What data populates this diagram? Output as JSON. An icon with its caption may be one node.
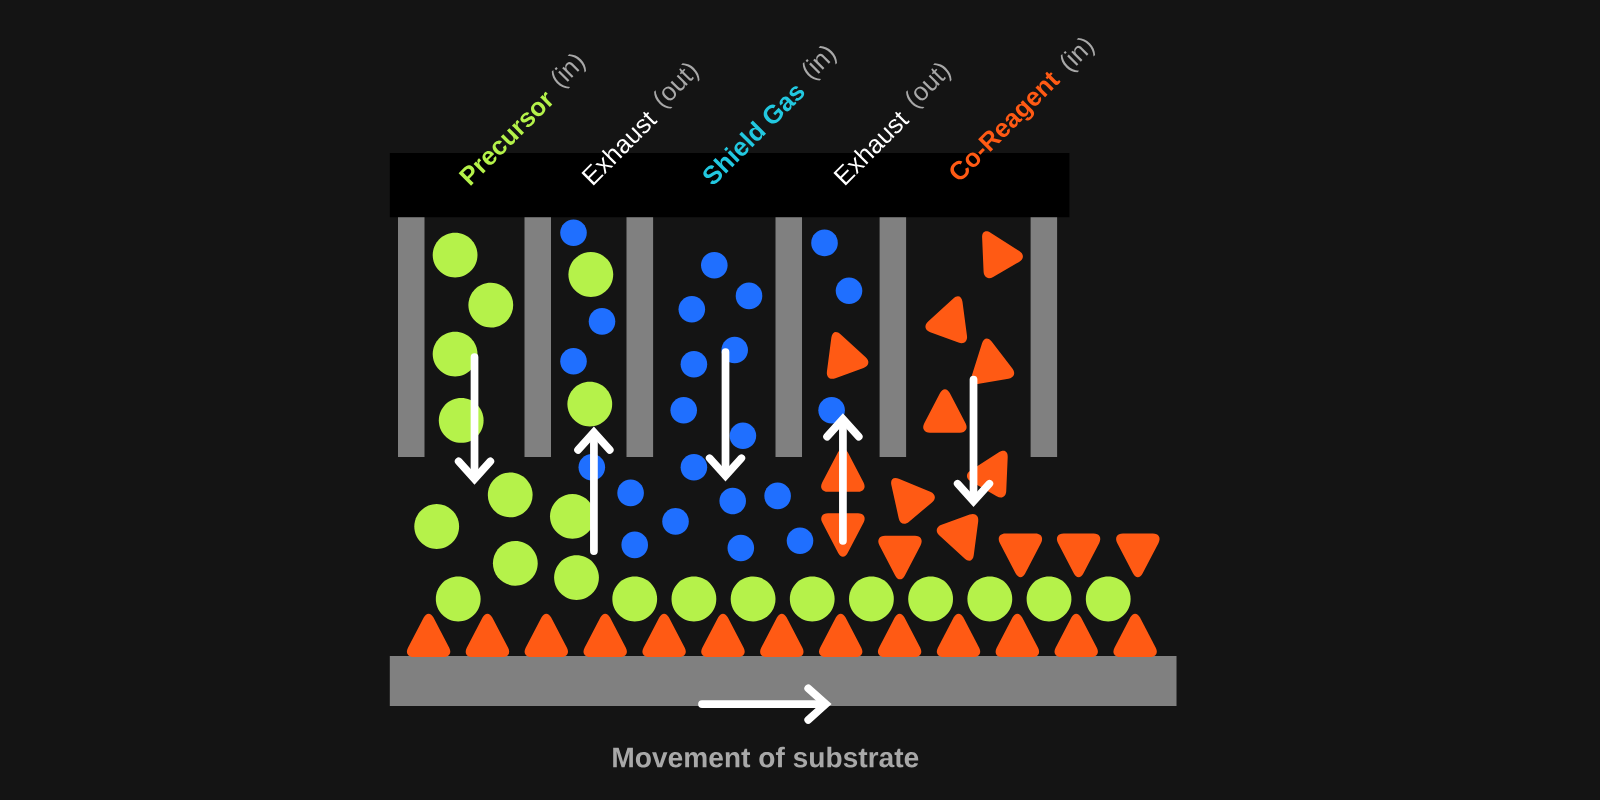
{
  "diagram": {
    "labels": [
      "Precursor",
      "(in)",
      "Exhaust",
      "(out)",
      "Shield Gas",
      "(in)",
      "Exhaust",
      "(out)",
      "Co-Reagent",
      "(in)",
      "Movement of substrate"
    ]
  }
}
